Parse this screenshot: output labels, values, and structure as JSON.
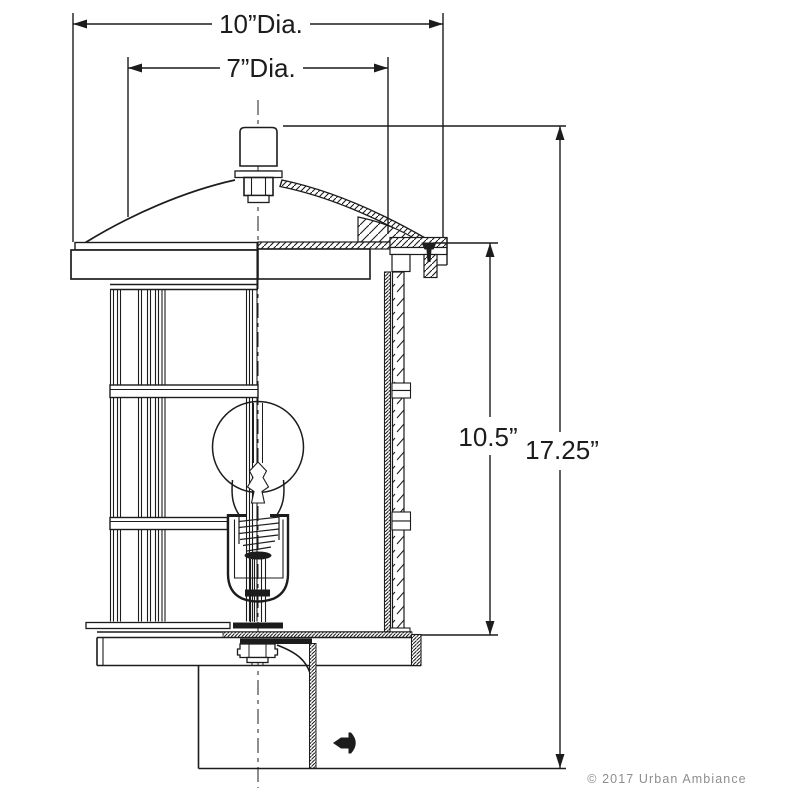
{
  "drawing": {
    "type": "technical-line-drawing",
    "subject": "outdoor post-mount lantern, half-section elevation",
    "dimensions": {
      "overall_diameter": "10”Dia.",
      "inner_diameter": "7”Dia.",
      "body_height": "10.5”",
      "overall_height": "17.25”"
    },
    "copyright": "© 2017 Urban Ambiance",
    "colors": {
      "line": "#1c1c1c",
      "background": "#ffffff",
      "copyright_text": "#8e8e8e"
    }
  }
}
